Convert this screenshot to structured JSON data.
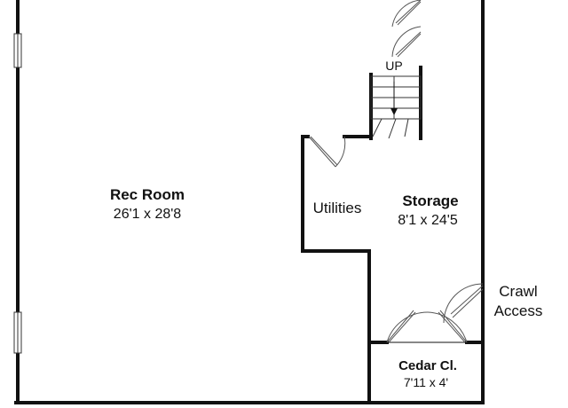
{
  "rooms": {
    "rec_room": {
      "name": "Rec Room",
      "dims": "26'1 x 28'8"
    },
    "utilities": {
      "name": "Utilities"
    },
    "storage": {
      "name": "Storage",
      "dims": "8'1 x 24'5"
    },
    "cedar_closet": {
      "name": "Cedar Cl.",
      "dims": "7'11 x 4'"
    },
    "crawl_access": {
      "line1": "Crawl",
      "line2": "Access"
    }
  },
  "stairs": {
    "label": "UP"
  },
  "colors": {
    "wall": "#111111",
    "fixture": "#555555",
    "background": "#ffffff"
  }
}
